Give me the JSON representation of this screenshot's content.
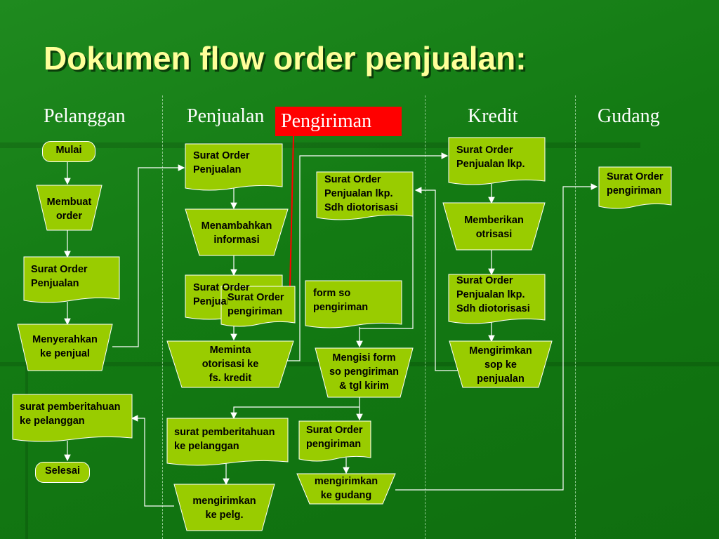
{
  "title": "Dokumen flow order penjualan:",
  "lanes": {
    "pelanggan": "Pelanggan",
    "penjualan": "Penjualan",
    "pengiriman": "Pengiriman",
    "kredit": "Kredit",
    "gudang": "Gudang"
  },
  "colors": {
    "background": "#138013",
    "node_fill": "#99cc00",
    "title": "#ffff99",
    "highlight": "#ff0000"
  },
  "pelanggan": {
    "mulai": "Mulai",
    "membuat_order": "Membuat\norder",
    "surat_order": "Surat Order\nPenjualan",
    "menyerahkan": "Menyerahkan\nke penjual",
    "pemberitahuan": "surat pemberitahuan\nke pelanggan",
    "selesai": "Selesai"
  },
  "penjualan": {
    "surat_order": "Surat Order\nPenjualan",
    "menambahkan": "Menambahkan\ninformasi",
    "surat_order_2": "Surat Order\nPenjualan",
    "surat_pengiriman": "Surat Order\npengiriman",
    "meminta": "Meminta\notorisasi ke\nfs. kredit",
    "pemberitahuan": "surat pemberitahuan\nke pelanggan",
    "mengirimkan": "mengirimkan\nke pelg."
  },
  "pengiriman": {
    "surat_otorisasi": "Surat Order\nPenjualan lkp.\nSdh diotorisasi",
    "form_so": "form so\npengiriman",
    "mengisi": "Mengisi form\nso pengiriman\n& tgl kirim",
    "surat_pengiriman": "Surat Order\npengiriman",
    "mengirimkan_gudang": "mengirimkan\nke gudang"
  },
  "kredit": {
    "surat_lkp": "Surat Order\nPenjualan lkp.",
    "memberikan": "Memberikan\notrisasi",
    "surat_otorisasi": "Surat Order\nPenjualan lkp.\nSdh diotorisasi",
    "mengirimkan": "Mengirimkan\nsop ke\npenjualan"
  },
  "gudang": {
    "surat_pengiriman": "Surat Order\npengiriman"
  }
}
